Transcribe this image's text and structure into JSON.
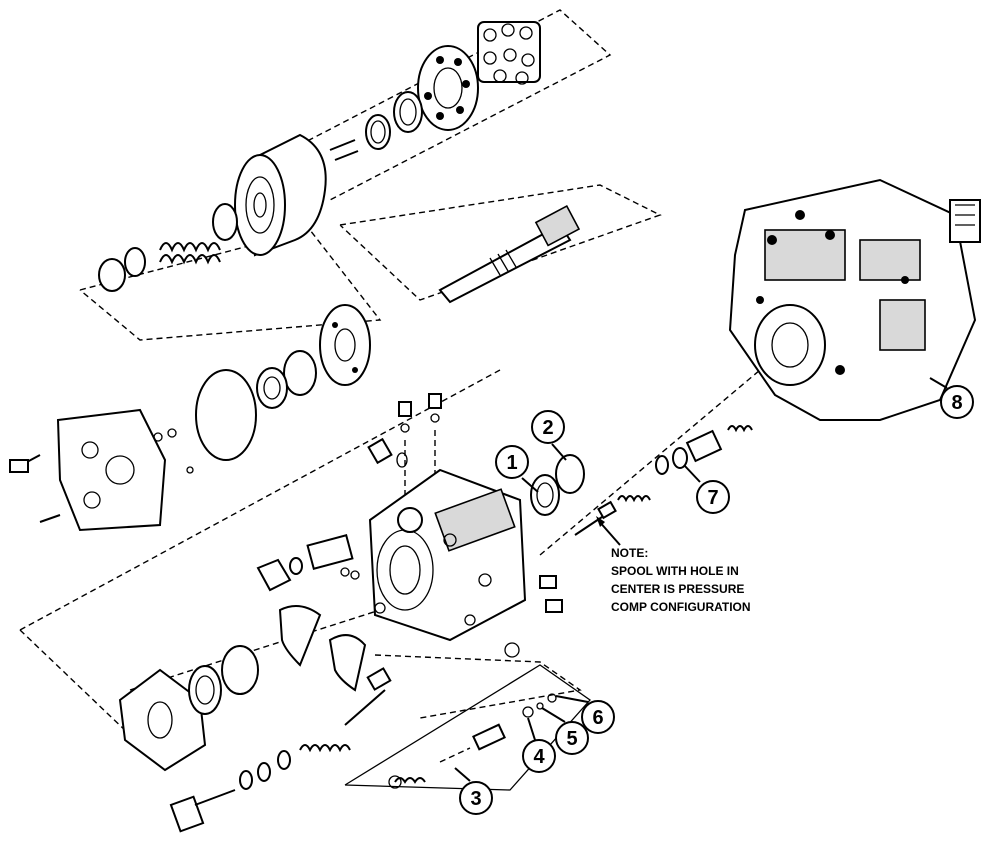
{
  "note": {
    "lines": [
      "NOTE:",
      "SPOOL WITH HOLE IN",
      "CENTER IS PRESSURE",
      "COMP CONFIGURATION"
    ]
  },
  "callouts": [
    {
      "number": "1"
    },
    {
      "number": "2"
    },
    {
      "number": "3"
    },
    {
      "number": "4"
    },
    {
      "number": "5"
    },
    {
      "number": "6"
    },
    {
      "number": "7"
    },
    {
      "number": "8"
    }
  ],
  "colors": {
    "line": "#000000",
    "background": "#ffffff"
  }
}
